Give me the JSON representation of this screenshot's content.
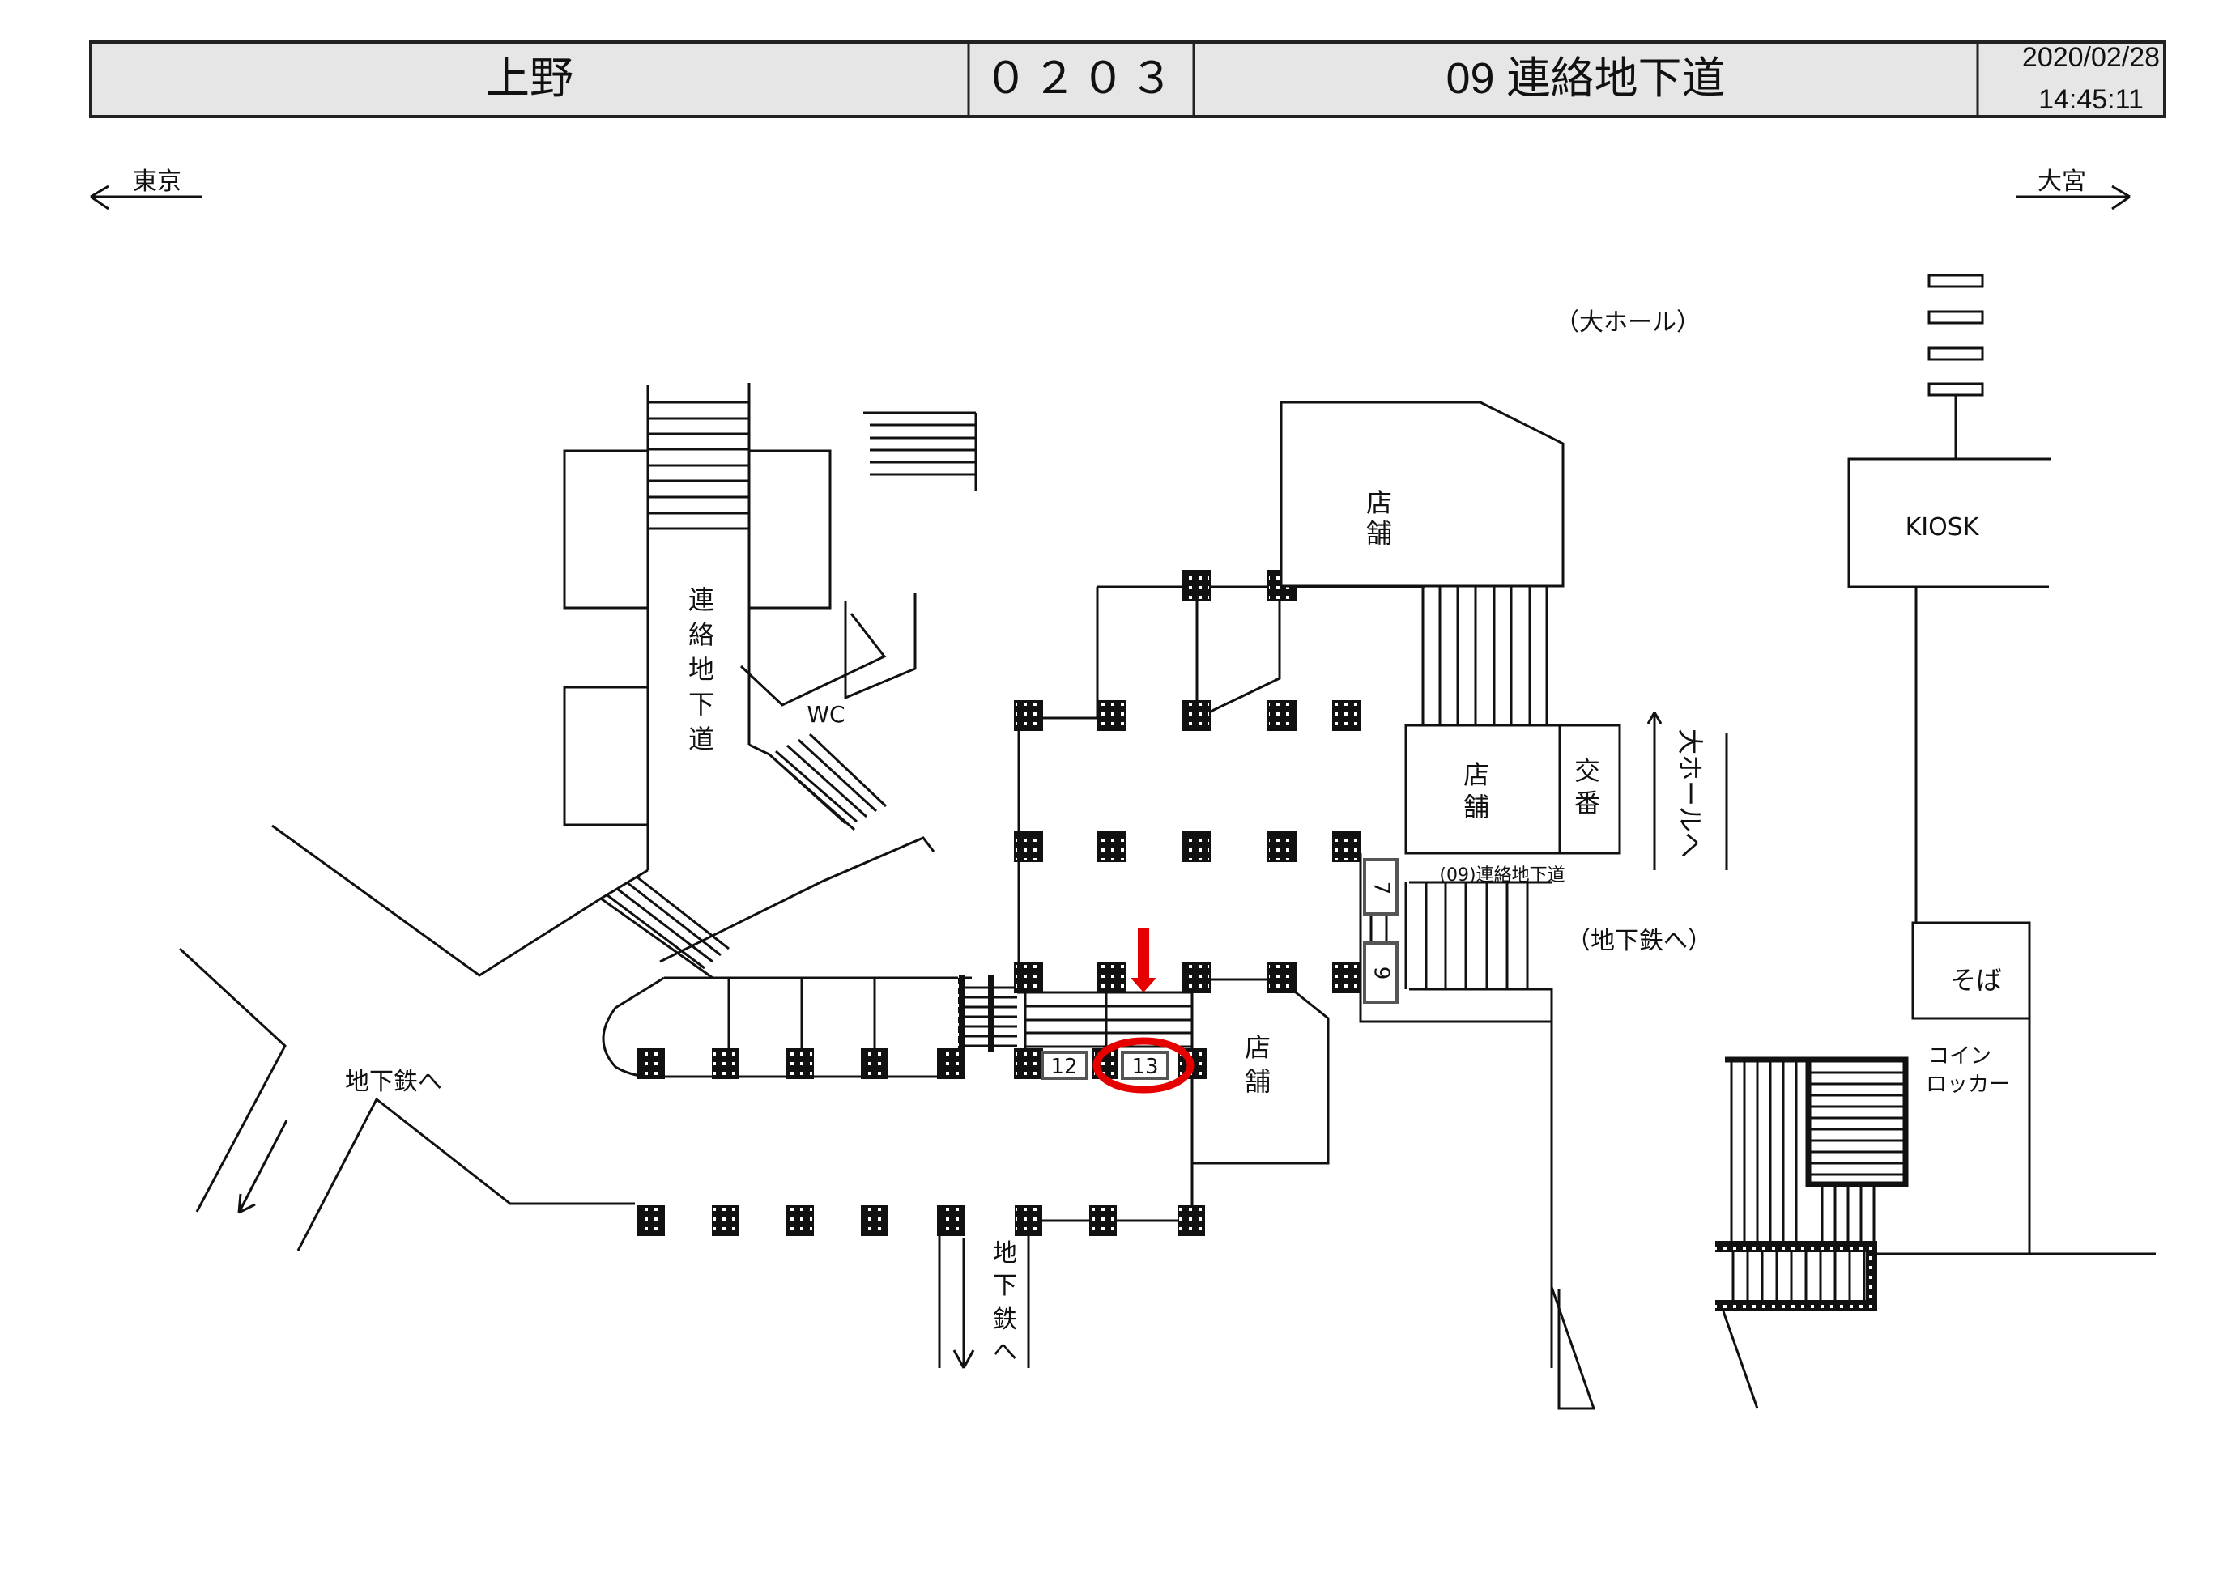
{
  "header": {
    "station": "上野",
    "code": "０２０３",
    "area": "09 連絡地下道",
    "date": "2020/02/28",
    "time": "14:45:11",
    "background": "#e6e6e6"
  },
  "directions": {
    "left": "東京",
    "right": "大宮"
  },
  "labels": {
    "big_hall": "（大ホール）",
    "to_big_hall": "大ホールへ",
    "to_subway_paren": "（地下鉄へ）",
    "to_subway_left": "地下鉄へ",
    "to_subway_down": "地下鉄へ",
    "passage_vertical": "連絡地下道",
    "passage_small": "(09)連絡地下道",
    "wc": "WC",
    "kiosk": "KIOSK",
    "soba": "そば",
    "coin_locker_line1": "コイン",
    "coin_locker_line2": "ロッカー",
    "koban": "交番",
    "shop_top": "店舗",
    "shop_mid": "店舗",
    "shop_bottom": "店舗"
  },
  "ad_slots": [
    {
      "number": "7",
      "highlighted": false
    },
    {
      "number": "9",
      "highlighted": false
    },
    {
      "number": "12",
      "highlighted": false
    },
    {
      "number": "13",
      "highlighted": true
    }
  ],
  "highlight_color": "#e60000"
}
